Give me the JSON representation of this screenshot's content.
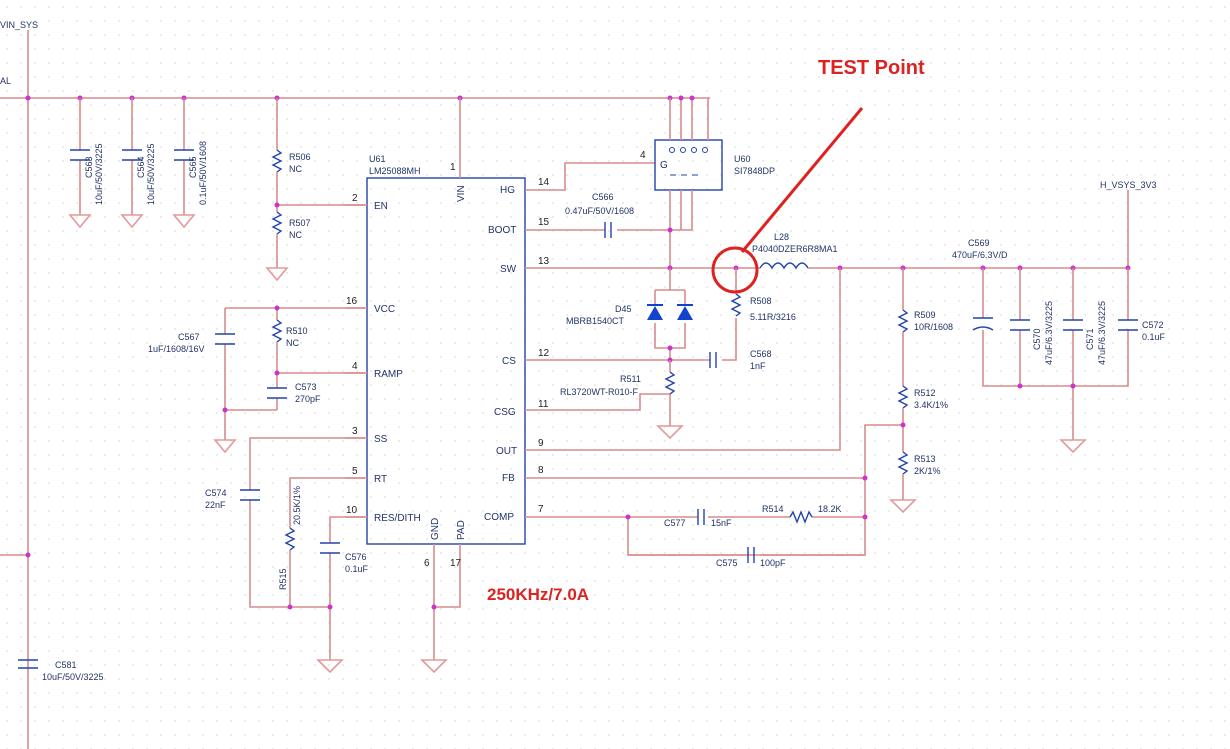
{
  "annotation": {
    "test_point": "TEST Point",
    "spec": "250KHz/7.0A"
  },
  "nets": {
    "vin_sys": "VIN_SYS",
    "vin_left": "AL",
    "out_net": "H_VSYS_3V3"
  },
  "ic_u61": {
    "ref": "U61",
    "part": "LM25088MH",
    "pins_left": [
      {
        "num": "2",
        "name": "EN"
      },
      {
        "num": "16",
        "name": "VCC"
      },
      {
        "num": "4",
        "name": "RAMP"
      },
      {
        "num": "3",
        "name": "SS"
      },
      {
        "num": "5",
        "name": "RT"
      },
      {
        "num": "10",
        "name": "RES/DITH"
      }
    ],
    "pins_right": [
      {
        "num": "14",
        "name": "HG"
      },
      {
        "num": "15",
        "name": "BOOT"
      },
      {
        "num": "13",
        "name": "SW"
      },
      {
        "num": "12",
        "name": "CS"
      },
      {
        "num": "11",
        "name": "CSG"
      },
      {
        "num": "9",
        "name": "OUT"
      },
      {
        "num": "8",
        "name": "FB"
      },
      {
        "num": "7",
        "name": "COMP"
      }
    ],
    "pin_vin": {
      "num": "1",
      "name": "VIN"
    },
    "pin_gnd": {
      "num": "6",
      "name": "GND"
    },
    "pin_pad": {
      "num": "17",
      "name": "PAD"
    }
  },
  "fet_u60": {
    "ref": "U60",
    "part": "SI7848DP",
    "gate": "G",
    "gate_pin": "4"
  },
  "components": {
    "c563": {
      "ref": "C563",
      "value": "10uF/50V/3225"
    },
    "c564": {
      "ref": "C564",
      "value": "10uF/50V/3225"
    },
    "c565": {
      "ref": "C565",
      "value": "0.1uF/50V/1608"
    },
    "r506": {
      "ref": "R506",
      "value": "NC"
    },
    "r507": {
      "ref": "R507",
      "value": "NC"
    },
    "c567": {
      "ref": "C567",
      "value": "1uF/1608/16V"
    },
    "r510": {
      "ref": "R510",
      "value": "NC"
    },
    "c573": {
      "ref": "C573",
      "value": "270pF"
    },
    "c574": {
      "ref": "C574",
      "value": "22nF"
    },
    "r515": {
      "ref": "R515",
      "value": "20.5K/1%"
    },
    "c576": {
      "ref": "C576",
      "value": "0.1uF"
    },
    "c566": {
      "ref": "C566",
      "value": "0.47uF/50V/1608"
    },
    "d45": {
      "ref": "D45",
      "value": "MBRB1540CT"
    },
    "r511": {
      "ref": "R511",
      "value": "RL3720WT-R010-F"
    },
    "l28": {
      "ref": "L28",
      "value": "P4040DZER6R8MA1"
    },
    "r508": {
      "ref": "R508",
      "value": "5.11R/3216"
    },
    "c568": {
      "ref": "C568",
      "value": "1nF"
    },
    "c577": {
      "ref": "C577",
      "value": "15nF"
    },
    "r514": {
      "ref": "R514",
      "value": "18.2K"
    },
    "c575": {
      "ref": "C575",
      "value": "100pF"
    },
    "c569": {
      "ref": "C569",
      "value": "470uF/6.3V/D"
    },
    "r509": {
      "ref": "R509",
      "value": "10R/1608"
    },
    "c570": {
      "ref": "C570",
      "value": "47uF/6.3V/3225"
    },
    "c571": {
      "ref": "C571",
      "value": "47uF/6.3V/3225"
    },
    "c572": {
      "ref": "C572",
      "value": "0.1uF"
    },
    "r512": {
      "ref": "R512",
      "value": "3.4K/1%"
    },
    "r513": {
      "ref": "R513",
      "value": "2K/1%"
    },
    "c581": {
      "ref": "C581",
      "value": "10uF/50V/3225"
    }
  }
}
